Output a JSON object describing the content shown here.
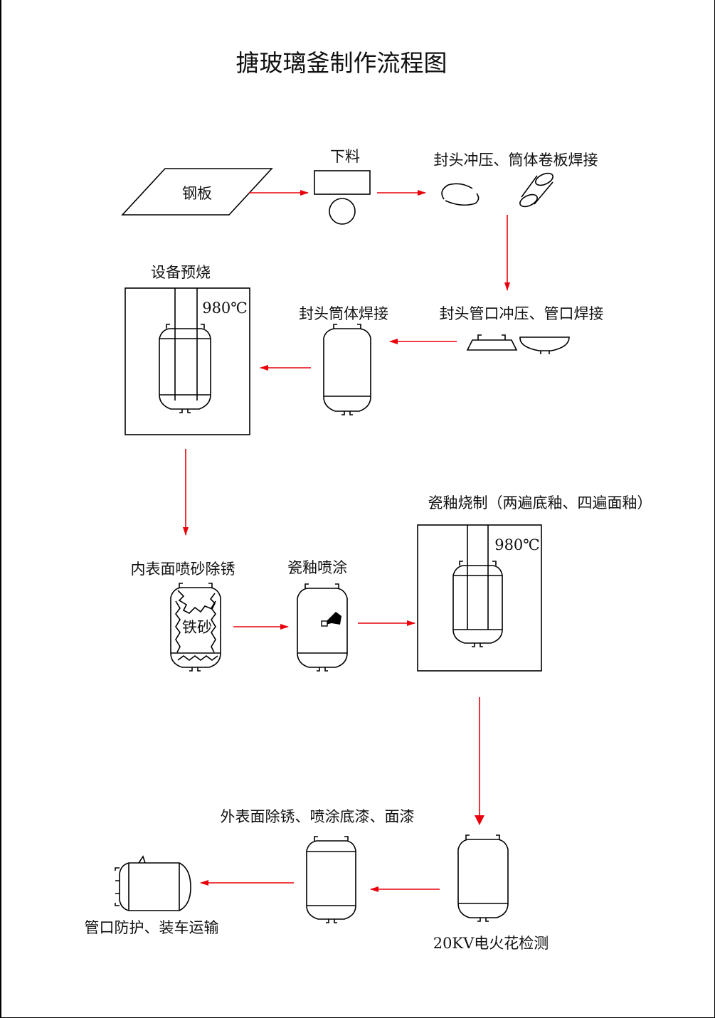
{
  "title": "搪玻璃釜制作流程图",
  "colors": {
    "arrow": "#e8000b",
    "line": "#000000"
  },
  "steps": {
    "steel_plate": "钢板",
    "cutting": "下料",
    "stamp_roll_weld": "封头冲压、筒体卷板焊接",
    "nozzle_stamp_weld": "封头管口冲压、管口焊接",
    "head_shell_weld": "封头筒体焊接",
    "pre_firing": "设备预烧",
    "pre_firing_temp": "980℃",
    "sandblast": "内表面喷砂除锈",
    "sandblast_media": "铁砂",
    "enamel_spray": "瓷釉喷涂",
    "enamel_firing": "瓷釉烧制（两遍底釉、四遍面釉）",
    "enamel_firing_temp": "980℃",
    "spark_test": "20KV电火花检测",
    "exterior_paint": "外表面除锈、喷涂底漆、面漆",
    "protect_ship": "管口防护、装车运输"
  }
}
